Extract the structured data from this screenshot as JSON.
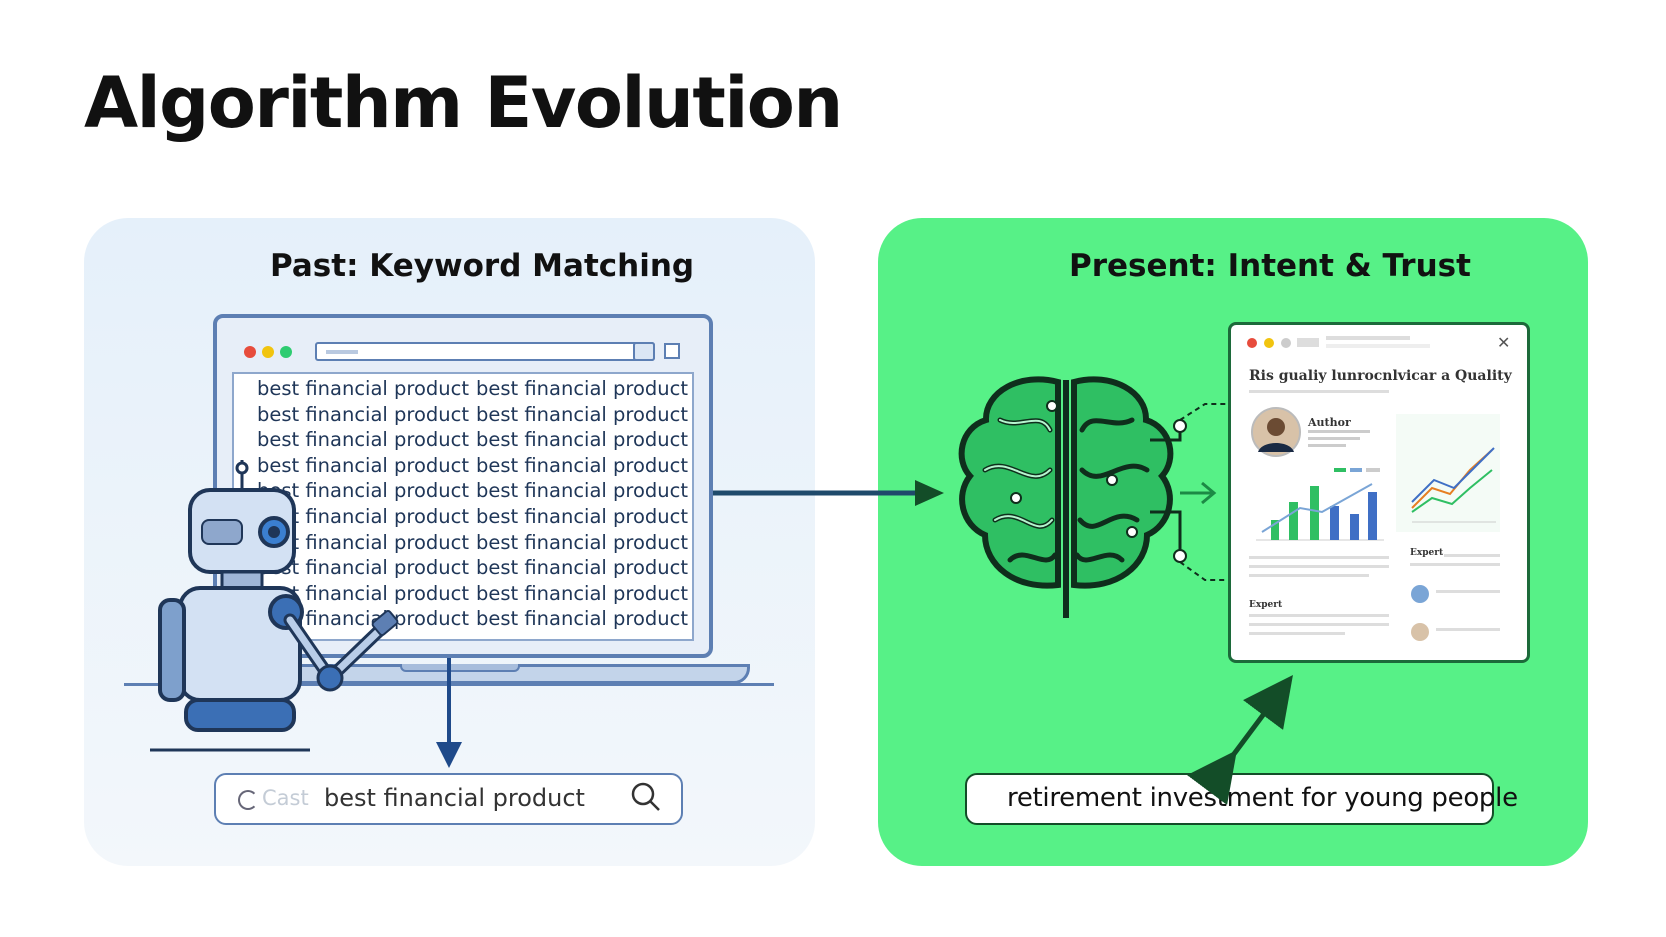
{
  "title": "Algorithm Evolution",
  "left_panel": {
    "heading": "Past: Keyword Matching",
    "keyword_phrase": "best financial product",
    "keyword_rows": 10,
    "search": {
      "ghost_text": "Cast",
      "value": "best financial product"
    }
  },
  "right_panel": {
    "heading": "Present: Intent & Trust",
    "query": "retirement investment for young people",
    "card": {
      "title": "Ris gualiy lunrocnlvicar a Quality",
      "author_label": "Author",
      "left_label": "Expert",
      "right_label": "Expert",
      "bottom_label": "Expert"
    }
  },
  "colors": {
    "accent_blue": "#5d7fb3",
    "green_panel": "#57f187",
    "dark_green": "#134d28",
    "brain_green": "#2fbf63"
  },
  "icons": [
    "robot-icon",
    "brain-icon",
    "search-icon",
    "spinner-icon",
    "close-icon",
    "arrow-right-icon",
    "arrow-down-icon",
    "double-arrow-icon"
  ]
}
